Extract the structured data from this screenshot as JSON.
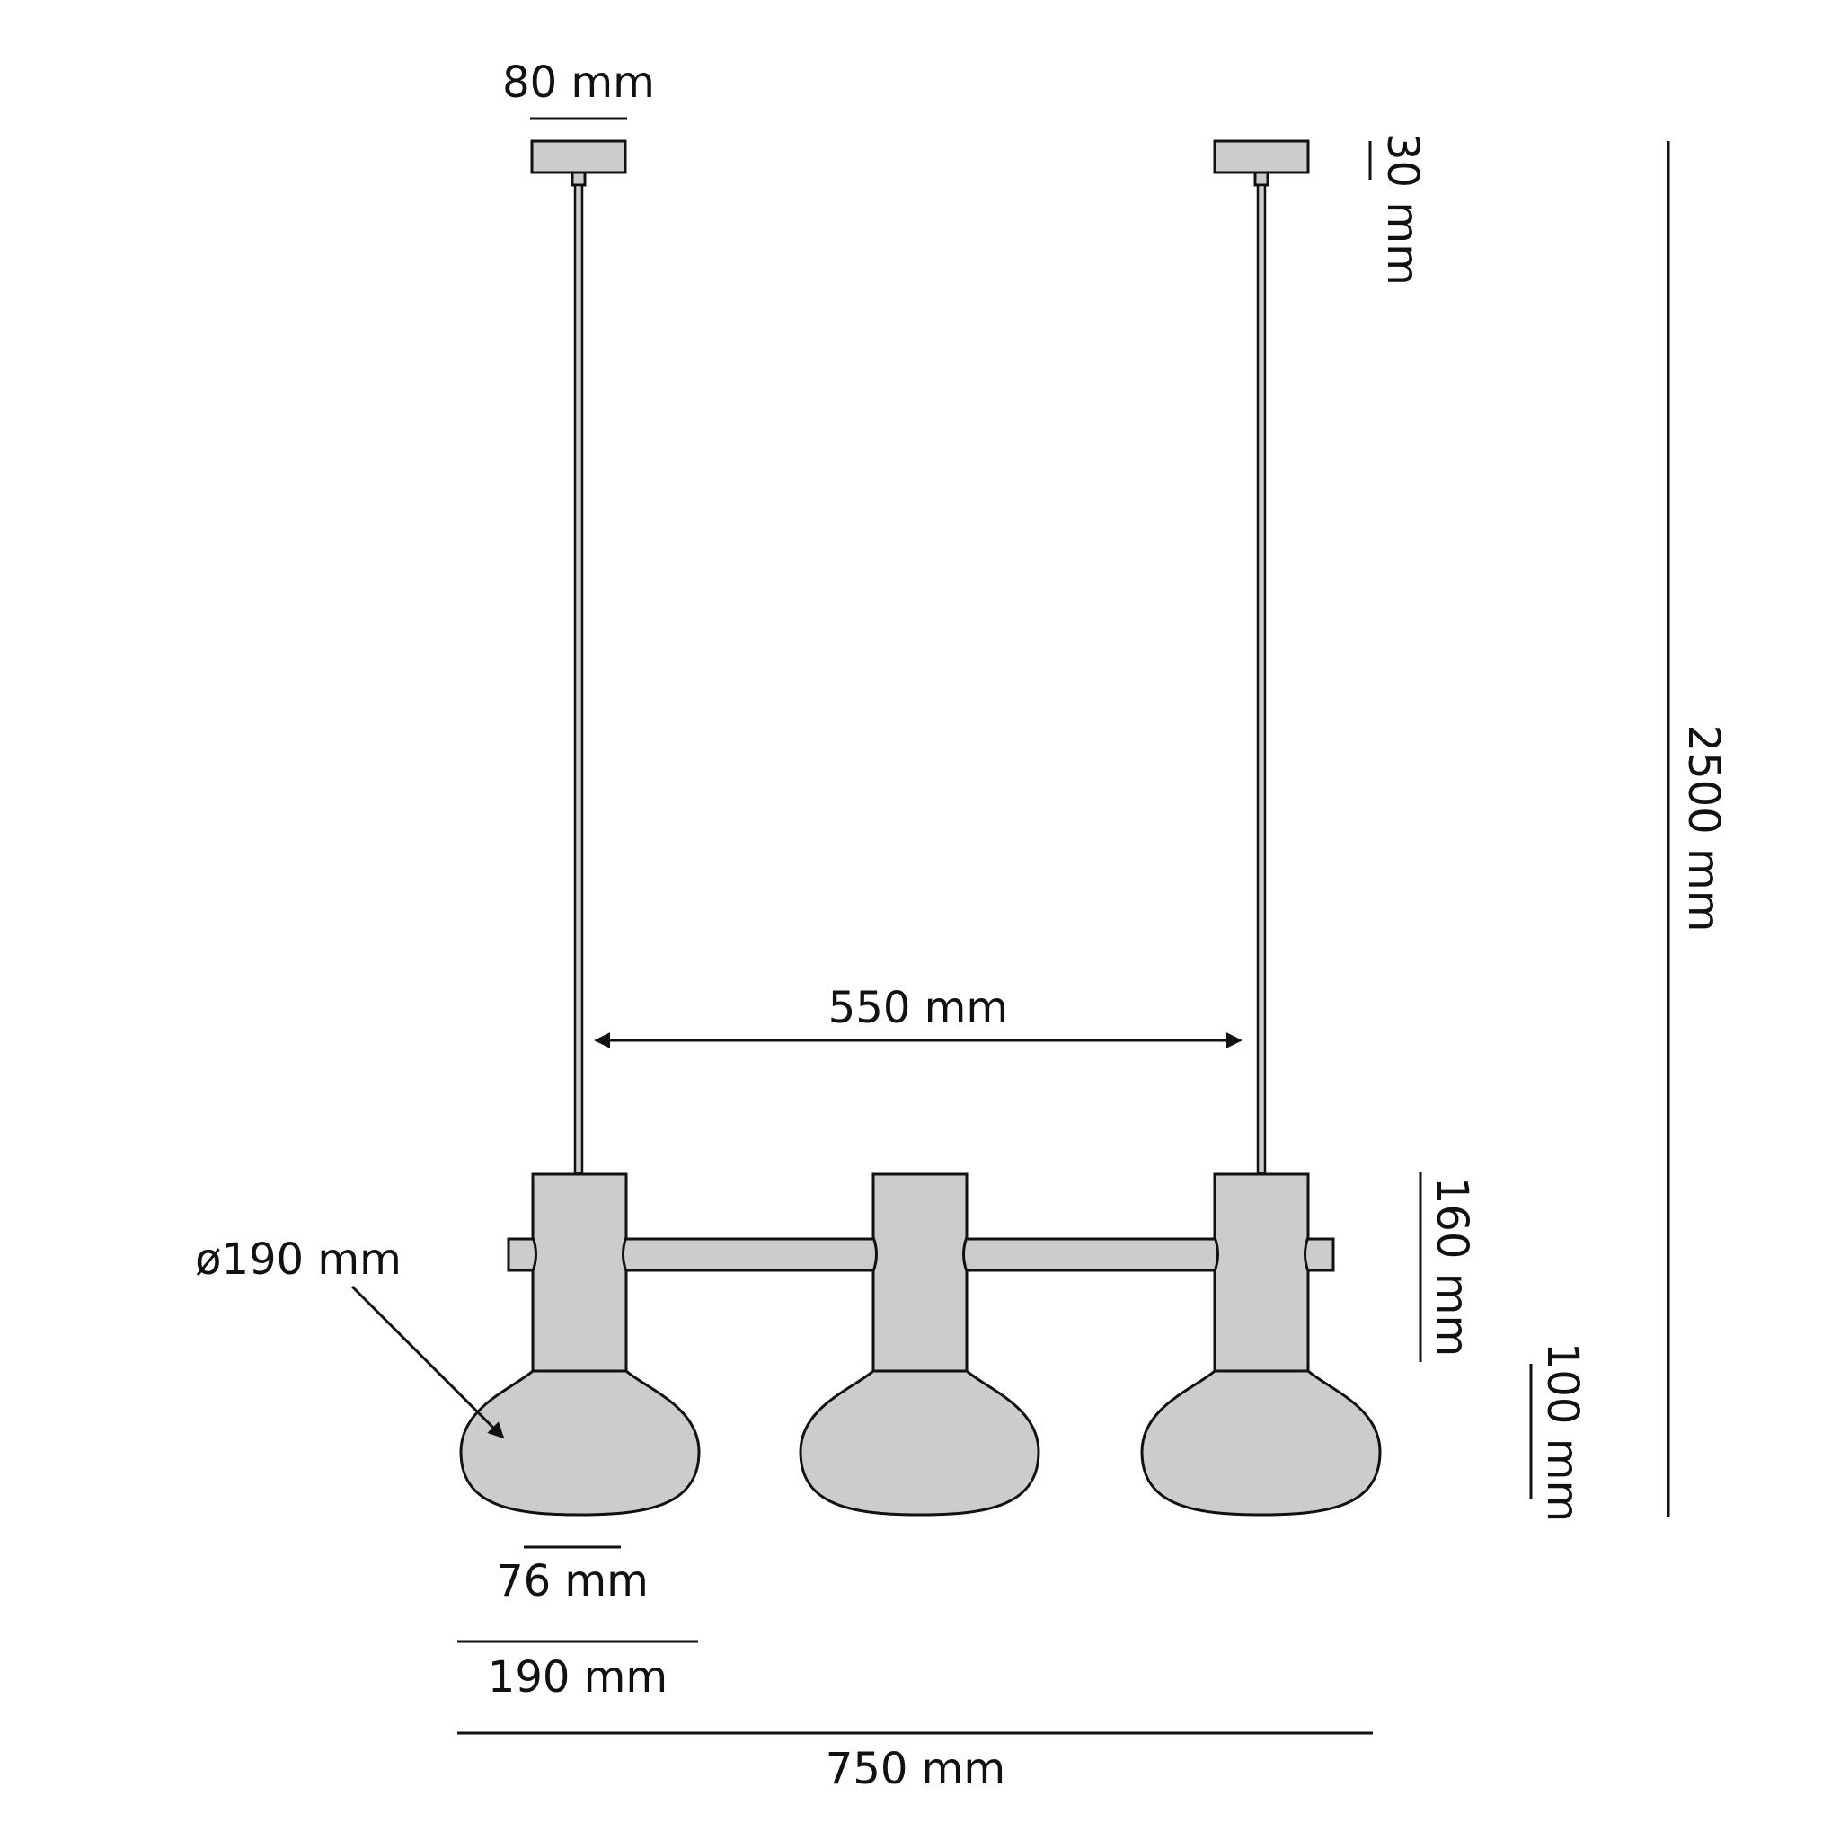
{
  "colors": {
    "part_fill": "#cccccc",
    "line": "#111111",
    "background": "#ffffff"
  },
  "dimensions": {
    "canopy_width": "80 mm",
    "canopy_height": "30 mm",
    "total_height": "2500 mm",
    "rod_spacing": "550 mm",
    "diameter": "ø190 mm",
    "body_height": "160 mm",
    "shade_height": "100 mm",
    "base_width": "76 mm",
    "shade_width": "190 mm",
    "total_width": "750 mm"
  }
}
